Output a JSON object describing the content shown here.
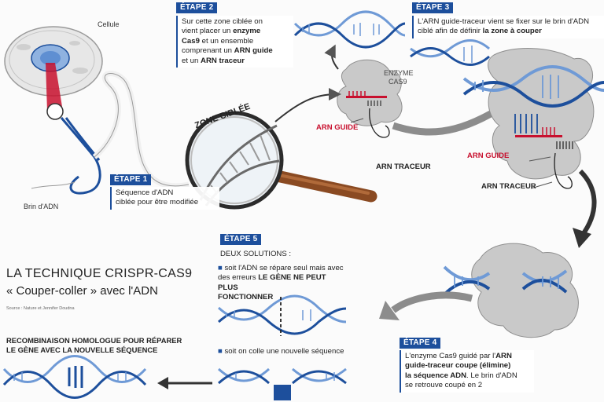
{
  "cell_label": "Cellule",
  "dna_strand_label": "Brin d'ADN",
  "zone_label": "ZONE CIBLÉE",
  "step1": {
    "tag": "ÉTAPE 1",
    "line1": "Séquence d'ADN",
    "line2": "ciblée pour être modifiée"
  },
  "step2": {
    "tag": "ÉTAPE 2",
    "l1": "Sur cette zone ciblée on",
    "l2a": "vient placer un ",
    "l2b": "enzyme",
    "l3a": "Cas9",
    "l3b": " et un ensemble",
    "l4": "comprenant un ",
    "l4b": "ARN guide",
    "l5a": "et un ",
    "l5b": "ARN traceur"
  },
  "step3": {
    "tag": "ÉTAPE 3",
    "l1": "L'ARN guide-traceur vient se fixer sur le brin d'ADN",
    "l2a": "ciblé afin de définir ",
    "l2b": "la zone à couper"
  },
  "step4": {
    "tag": "ÉTAPE 4",
    "l1a": "L'enzyme Cas9 guidé par l'",
    "l1b": "ARN",
    "l2b": "guide-traceur coupe (élimine)",
    "l3b": "la séquence ADN",
    "l3c": ". Le brin d'ADN",
    "l4": "se retrouve coupé en 2"
  },
  "step5": {
    "tag": "ÉTAPE 5",
    "heading": "DEUX SOLUTIONS :",
    "a1": "soit l'ADN se répare seul mais avec",
    "a2a": "des erreurs ",
    "a2b": "LE GÈNE NE PEUT PLUS",
    "a3b": "FONCTIONNER",
    "b1": "soit on colle une nouvelle séquence"
  },
  "enzyme_label_1": "ENZYME",
  "enzyme_label_2": "CAS9",
  "arn_guide_1": "ARN GUIDE",
  "arn_traceur_1": "ARN TRACEUR",
  "arn_guide_2": "ARN GUIDE",
  "arn_traceur_2": "ARN TRACEUR",
  "title_line1": "LA TECHNIQUE CRISPR-CAS9",
  "title_line2": "« Couper-coller » avec l'ADN",
  "source": "Source : Nature et Jennifer Doudna",
  "recomb_line1": "RECOMBINAISON HOMOLOGUE POUR RÉPARER",
  "recomb_line2": "LE GÈNE AVEC LA NOUVELLE SÉQUENCE",
  "colors": {
    "blue": "#1d4f9c",
    "light_blue": "#8fb2e0",
    "red": "#c8102e",
    "grey": "#a7a7a7",
    "brown": "#8a4a22"
  }
}
